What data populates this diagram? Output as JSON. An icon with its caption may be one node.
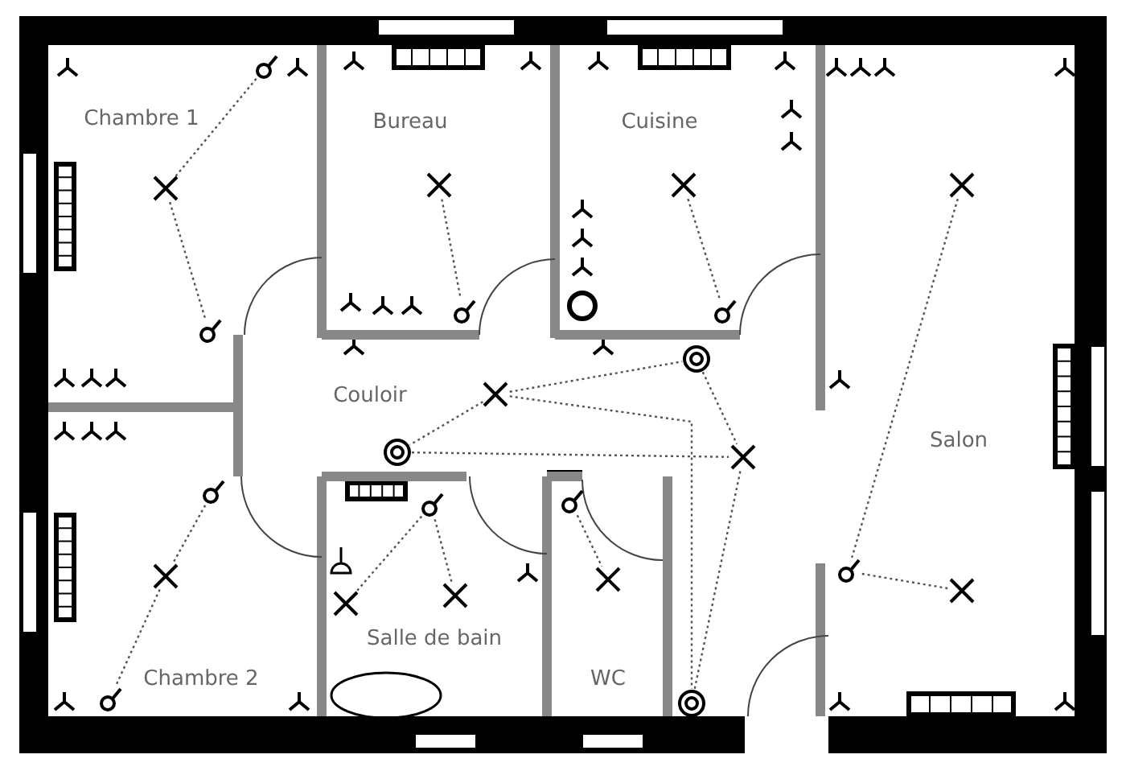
{
  "diagram": {
    "nodes": [
      {
        "text": [
          "Chambre 1"
        ]
      },
      {
        "text": [
          "Bureau"
        ]
      },
      {
        "text": [
          "Cuisine"
        ]
      },
      {
        "text": [
          "Salon"
        ]
      },
      {
        "text": [
          "Couloir"
        ]
      },
      {
        "text": [
          "Chambre 2"
        ]
      },
      {
        "text": [
          "Salle de bain"
        ]
      },
      {
        "text": [
          "WC"
        ]
      },
      {
        "text": [],
        "shape": "switch",
        "in": 0
      },
      {
        "text": [],
        "shape": "cross",
        "in": 0
      },
      {
        "text": [],
        "shape": "switch",
        "in": 0
      },
      {
        "text": [],
        "shape": "cross",
        "in": 1
      },
      {
        "text": [],
        "shape": "switch",
        "in": 1
      },
      {
        "text": [],
        "shape": "cross",
        "in": 2
      },
      {
        "text": [],
        "shape": "switch",
        "in": 2
      },
      {
        "text": [],
        "shape": "cross",
        "in": 3
      },
      {
        "text": [],
        "shape": "switch",
        "in": 3
      },
      {
        "text": [],
        "shape": "cross",
        "in": 3
      },
      {
        "text": [],
        "shape": "circle",
        "in": 4
      },
      {
        "text": [],
        "shape": "cross",
        "in": 4
      },
      {
        "text": [],
        "shape": "circle",
        "in": 4
      },
      {
        "text": [],
        "shape": "cross",
        "in": 4
      },
      {
        "text": [],
        "shape": "circle"
      },
      {
        "text": [],
        "shape": "switch",
        "in": 5
      },
      {
        "text": [],
        "shape": "cross",
        "in": 5
      },
      {
        "text": [],
        "shape": "switch",
        "in": 5
      },
      {
        "text": [],
        "shape": "switch",
        "in": 6
      },
      {
        "text": [],
        "shape": "cross",
        "in": 6
      },
      {
        "text": [],
        "shape": "cross",
        "in": 6
      },
      {
        "text": [],
        "shape": "switch",
        "in": 7
      },
      {
        "text": [],
        "shape": "cross",
        "in": 7
      }
    ],
    "edges": [
      {
        "from": 8,
        "to": 9,
        "arrow": "none"
      },
      {
        "from": 9,
        "to": 10,
        "arrow": "none"
      },
      {
        "from": 11,
        "to": 12,
        "arrow": "none"
      },
      {
        "from": 13,
        "to": 14,
        "arrow": "none"
      },
      {
        "from": 15,
        "to": 16,
        "arrow": "none"
      },
      {
        "from": 16,
        "to": 17,
        "arrow": "none"
      },
      {
        "from": 19,
        "to": 18,
        "arrow": "none"
      },
      {
        "from": 19,
        "to": 20,
        "arrow": "none"
      },
      {
        "from": 19,
        "to": 22,
        "arrow": "none"
      },
      {
        "from": 20,
        "to": 21,
        "arrow": "none"
      },
      {
        "from": 18,
        "to": 21,
        "arrow": "none"
      },
      {
        "from": 21,
        "to": 22,
        "arrow": "none"
      },
      {
        "from": 23,
        "to": 24,
        "arrow": "none"
      },
      {
        "from": 24,
        "to": 25,
        "arrow": "none"
      },
      {
        "from": 26,
        "to": 27,
        "arrow": "none"
      },
      {
        "from": 26,
        "to": 28,
        "arrow": "none"
      },
      {
        "from": 29,
        "to": 30,
        "arrow": "none"
      }
    ]
  }
}
